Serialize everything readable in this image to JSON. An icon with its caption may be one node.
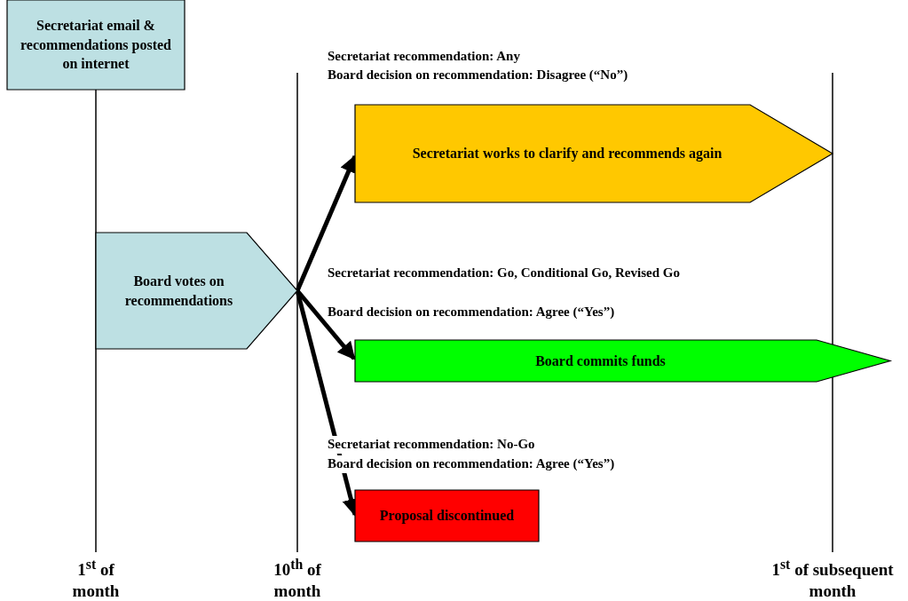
{
  "diagram": {
    "nodes": [
      {
        "text": [
          "Secretariat email & recommendations posted on internet"
        ]
      },
      {
        "text": [
          "Board votes on recommendations"
        ]
      },
      {
        "text": [
          "Secretariat works to clarify and recommends again"
        ]
      },
      {
        "text": [
          "Board commits funds"
        ]
      },
      {
        "text": [
          "Proposal discontinued"
        ]
      }
    ],
    "edges": [
      {
        "from": 1,
        "to": 2,
        "arrow": "to"
      },
      {
        "from": 1,
        "to": 3,
        "arrow": "to"
      },
      {
        "from": 1,
        "to": 4,
        "arrow": "to"
      }
    ],
    "labels": [
      "Secretariat recommendation: Any",
      "Board decision on recommendation: Disagree (“No”)",
      "Secretariat recommendation: Go, Conditional Go, Revised Go",
      "Board decision on recommendation: Agree (“Yes”)",
      "Secretariat recommendation: No-Go",
      "Board decision on recommendation: Agree (“Yes”)",
      "1$^{st}$ of month",
      "10$^{th}$ of month",
      "1$^{st}$ of subsequent month"
    ]
  }
}
